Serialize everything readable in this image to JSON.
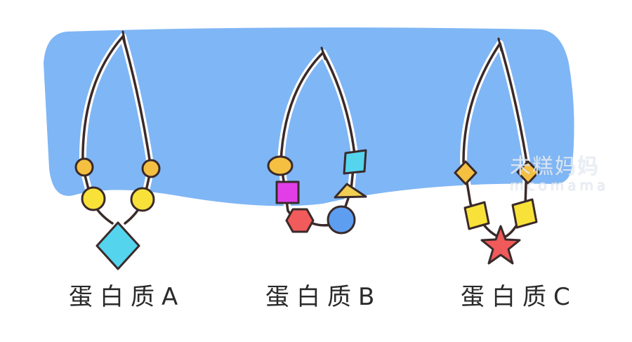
{
  "colors": {
    "backdrop_blue": "#7fb6f5",
    "string": "#3a2a2a",
    "bead_orange": "#f5c042",
    "bead_yellow": "#f8e23a",
    "diamond_cyan": "#55d4ee",
    "square_magenta": "#e23ee8",
    "hexagon_red": "#f25b5b",
    "circle_blue": "#5e9ef0",
    "triangle_gold": "#f0cf52",
    "star_red": "#f05a5a"
  },
  "proteins": [
    {
      "id": "A",
      "label": "蛋白质A",
      "beads": [
        "orange-circle",
        "yellow-circle",
        "cyan-diamond",
        "yellow-circle",
        "orange-circle"
      ]
    },
    {
      "id": "B",
      "label": "蛋白质B",
      "beads": [
        "orange-oval",
        "magenta-square",
        "red-hexagon",
        "blue-circle",
        "gold-triangle",
        "cyan-square"
      ]
    },
    {
      "id": "C",
      "label": "蛋白质C",
      "beads": [
        "orange-diamond",
        "yellow-square",
        "red-star",
        "yellow-square",
        "orange-diamond"
      ]
    }
  ],
  "watermark": {
    "cn": "未糕妈妈",
    "en": "mcomama"
  }
}
